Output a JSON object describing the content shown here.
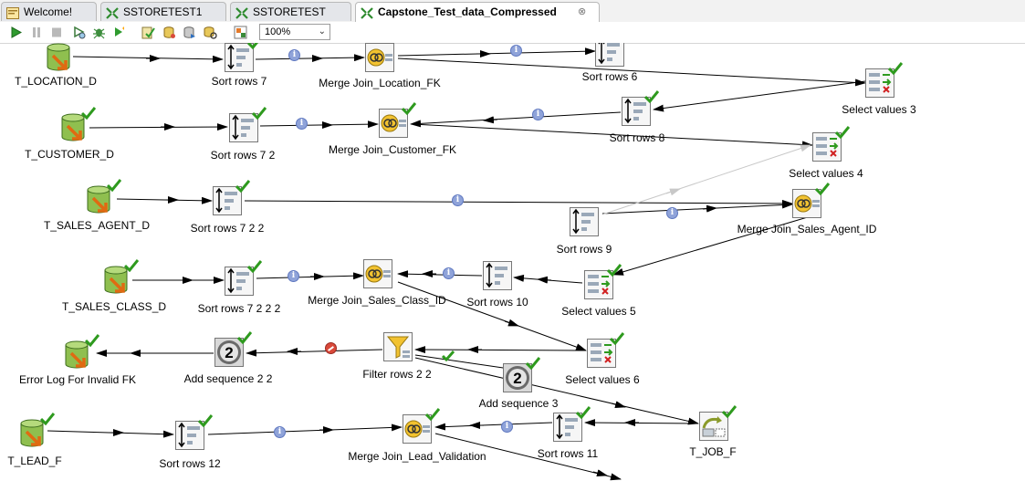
{
  "tabs": [
    {
      "label": "Welcome!",
      "icon": "welcome-page-icon",
      "active": false
    },
    {
      "label": "SSTORETEST1",
      "icon": "transformation-icon",
      "active": false
    },
    {
      "label": "SSTORETEST",
      "icon": "transformation-icon",
      "active": false
    },
    {
      "label": "Capstone_Test_data_Compressed",
      "icon": "transformation-icon",
      "active": true,
      "close": "⊗"
    }
  ],
  "toolbar": {
    "buttons": [
      "run-icon",
      "pause-icon",
      "stop-icon",
      "preview-icon",
      "debug-icon",
      "replay-icon",
      "verify-icon",
      "impact-icon",
      "sql-icon",
      "explore-db-icon",
      "show-results-icon"
    ],
    "zoom": "100%"
  },
  "steps": {
    "t_location_d": "T_LOCATION_D",
    "sort_rows_7": "Sort rows 7",
    "merge_join_location_fk": "Merge Join_Location_FK",
    "sort_rows_6": "Sort rows 6",
    "select_values_3": "Select values 3",
    "t_customer_d": "T_CUSTOMER_D",
    "sort_rows_7_2": "Sort rows 7 2",
    "merge_join_customer_fk": "Merge Join_Customer_FK",
    "sort_rows_8": "Sort rows 8",
    "select_values_4": "Select values 4",
    "t_sales_agent_d": "T_SALES_AGENT_D",
    "sort_rows_7_2_2": "Sort rows 7 2 2",
    "sort_rows_9": "Sort rows 9",
    "merge_join_sales_agent_id": "Merge Join_Sales_Agent_ID",
    "t_sales_class_d": "T_SALES_CLASS_D",
    "sort_rows_7_2_2_2": "Sort rows 7 2 2 2",
    "merge_join_sales_class_id": "Merge Join_Sales_Class_ID",
    "sort_rows_10": "Sort rows 10",
    "select_values_5": "Select values 5",
    "error_log": "Error Log For Invalid FK",
    "add_sequence_2_2": "Add sequence 2 2",
    "filter_rows_2_2": "Filter rows 2 2",
    "add_sequence_3": "Add sequence 3",
    "select_values_6": "Select values 6",
    "t_lead_f": "T_LEAD_F",
    "sort_rows_12": "Sort rows 12",
    "merge_join_lead_validation": "Merge Join_Lead_Validation",
    "sort_rows_11": "Sort rows 11",
    "t_job_f": "T_JOB_F"
  },
  "colors": {
    "hop": "#000000",
    "hop_disabled": "#c8c8c8",
    "info_badge": "#8fa3d9",
    "error_badge": "#d9493a",
    "check_mark": "#2e9a1e"
  }
}
